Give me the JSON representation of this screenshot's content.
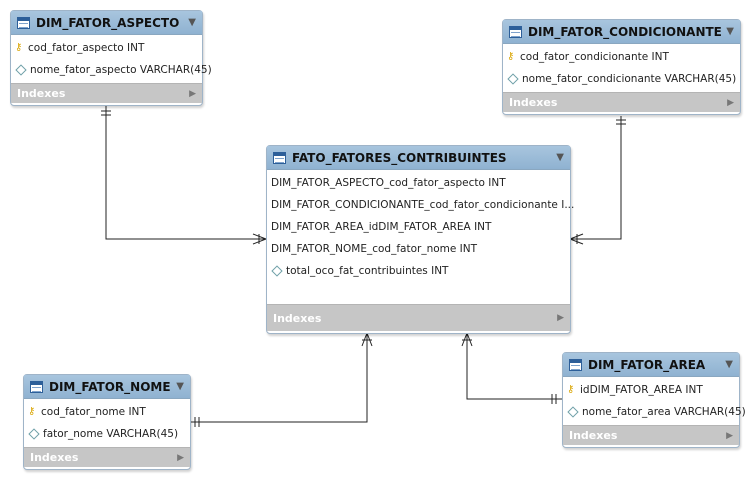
{
  "tables": {
    "aspecto": {
      "name": "DIM_FATOR_ASPECTO",
      "columns": [
        {
          "icon": "key-icon",
          "label": "cod_fator_aspecto INT"
        },
        {
          "icon": "diamond-icon",
          "label": "nome_fator_aspecto VARCHAR(45)"
        }
      ],
      "indexes_label": "Indexes"
    },
    "condicionante": {
      "name": "DIM_FATOR_CONDICIONANTE",
      "columns": [
        {
          "icon": "key-icon",
          "label": "cod_fator_condicionante INT"
        },
        {
          "icon": "diamond-icon",
          "label": "nome_fator_condicionante VARCHAR(45)"
        }
      ],
      "indexes_label": "Indexes"
    },
    "fato": {
      "name": "FATO_FATORES_CONTRIBUINTES",
      "columns": [
        {
          "icon": "",
          "label": "DIM_FATOR_ASPECTO_cod_fator_aspecto INT"
        },
        {
          "icon": "",
          "label": "DIM_FATOR_CONDICIONANTE_cod_fator_condicionante I..."
        },
        {
          "icon": "",
          "label": "DIM_FATOR_AREA_idDIM_FATOR_AREA INT"
        },
        {
          "icon": "",
          "label": "DIM_FATOR_NOME_cod_fator_nome INT"
        },
        {
          "icon": "diamond-icon",
          "label": "total_oco_fat_contribuintes INT"
        }
      ],
      "indexes_label": "Indexes"
    },
    "nome": {
      "name": "DIM_FATOR_NOME",
      "columns": [
        {
          "icon": "key-icon",
          "label": "cod_fator_nome INT"
        },
        {
          "icon": "diamond-icon",
          "label": "fator_nome VARCHAR(45)"
        }
      ],
      "indexes_label": "Indexes"
    },
    "area": {
      "name": "DIM_FATOR_AREA",
      "columns": [
        {
          "icon": "key-icon",
          "label": "idDIM_FATOR_AREA INT"
        },
        {
          "icon": "diamond-icon",
          "label": "nome_fator_area VARCHAR(45)"
        }
      ],
      "indexes_label": "Indexes"
    }
  },
  "relationships": [
    {
      "from": "DIM_FATOR_ASPECTO",
      "to": "FATO_FATORES_CONTRIBUINTES",
      "type": "one-to-many"
    },
    {
      "from": "DIM_FATOR_CONDICIONANTE",
      "to": "FATO_FATORES_CONTRIBUINTES",
      "type": "one-to-many"
    },
    {
      "from": "DIM_FATOR_NOME",
      "to": "FATO_FATORES_CONTRIBUINTES",
      "type": "one-to-many"
    },
    {
      "from": "DIM_FATOR_AREA",
      "to": "FATO_FATORES_CONTRIBUINTES",
      "type": "one-to-many"
    }
  ],
  "colors": {
    "header": "#9dbcd8",
    "footer": "#c6c6c6",
    "connector": "#222222",
    "key": "#d9a400"
  }
}
